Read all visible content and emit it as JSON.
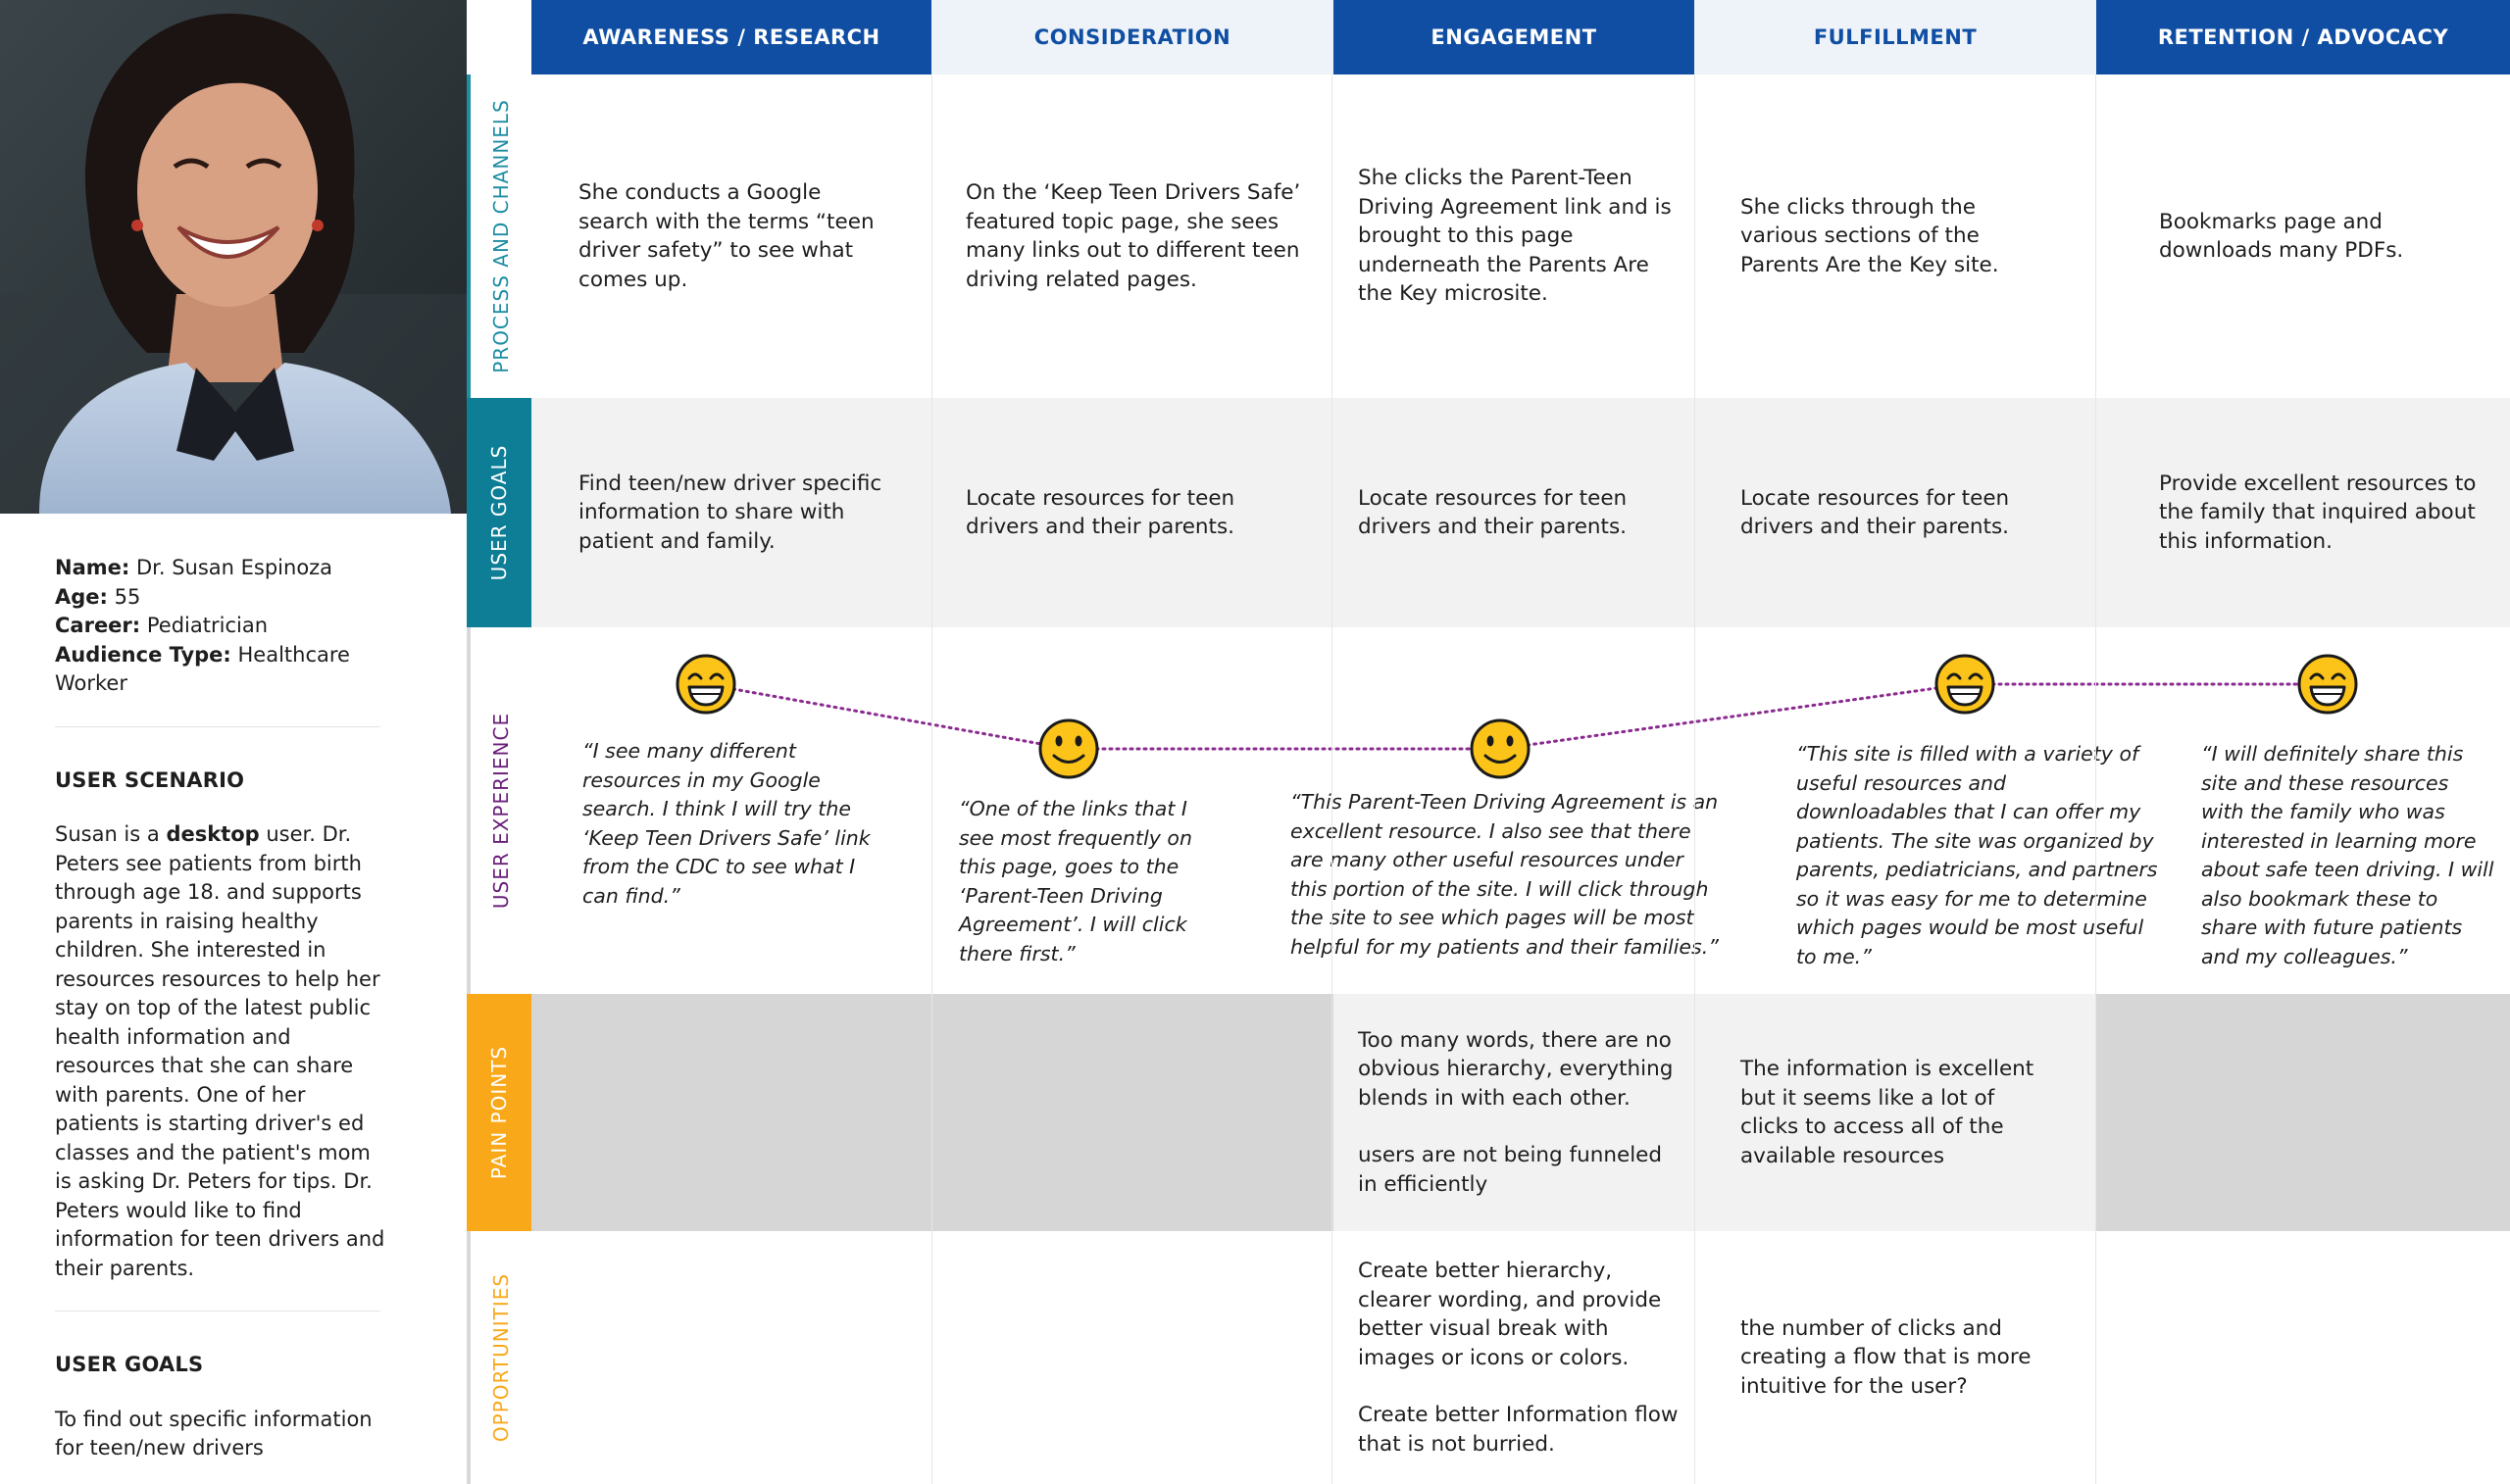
{
  "persona": {
    "name_label": "Name:",
    "name": "Dr. Susan Espinoza",
    "age_label": "Age:",
    "age": "55",
    "career_label": "Career:",
    "career": "Pediatrician",
    "audience_label": "Audience Type:",
    "audience": "Healthcare Worker",
    "scenario_heading": "USER SCENARIO",
    "scenario_pre": "Susan is a ",
    "scenario_bold": "desktop",
    "scenario_post": " user. Dr. Peters see patients from birth through age 18. and supports parents in raising healthy children. She interested in resources resources to help her stay on top of the latest public health information and resources that she can share with parents. One of her patients is starting driver's ed classes and the patient's mom is asking Dr. Peters for tips. Dr. Peters would like to find information for teen drivers and their parents.",
    "goals_heading": "USER GOALS",
    "goals_text": "To find out specific information for teen/new drivers"
  },
  "stages": [
    {
      "label": "AWARENESS / RESEARCH"
    },
    {
      "label": "CONSIDERATION"
    },
    {
      "label": "ENGAGEMENT"
    },
    {
      "label": "FULFILLMENT"
    },
    {
      "label": "RETENTION / ADVOCACY"
    }
  ],
  "categories": {
    "process": "PROCESS AND CHANNELS",
    "goals": "USER GOALS",
    "experience": "USER EXPERIENCE",
    "pain": "PAIN POINTS",
    "opportunities": "OPPORTUNITIES"
  },
  "process": [
    "She conducts a Google search with the terms “teen driver safety” to see what comes up.",
    "On the ‘Keep Teen Drivers Safe’ featured topic page, she sees many links out to different teen driving related pages.",
    "She clicks the Parent-Teen Driving Agreement link and is brought to this page underneath the Parents Are the Key microsite.",
    "She clicks through the various sections of the Parents Are the Key site.",
    "Bookmarks page and downloads many PDFs."
  ],
  "goals": [
    "Find teen/new driver specific information to share with patient and family.",
    "Locate resources for teen drivers and their parents.",
    "Locate resources for teen drivers and their parents.",
    "Locate resources for teen drivers and their parents.",
    "Provide excellent resources to the family that inquired about this information."
  ],
  "experience": [
    {
      "mood": "big-grin",
      "quote": "“I see many different resources in my Google search. I think I will try the ‘Keep Teen Drivers Safe’ link from the CDC to see what I can find.”"
    },
    {
      "mood": "smile",
      "quote": "“One of the links that I see most frequently on this page, goes to the ‘Parent-Teen Driving Agreement’. I will click there first.”"
    },
    {
      "mood": "smile",
      "quote": "“This Parent-Teen Driving Agreement is an excellent resource. I also see that there are many other useful resources under this portion of the site. I will click through the site to see which pages will be most helpful for my patients and their families.”"
    },
    {
      "mood": "big-grin",
      "quote": "“This site is filled with a variety of useful resources and downloadables that I can offer my patients. The site was organized by parents, pediatricians, and partners so it was easy for me to determine which pages would be most useful to me.”"
    },
    {
      "mood": "big-grin",
      "quote": "“I will definitely share this site and these resources with the family who was interested in learning more about safe teen driving. I will also bookmark these to share with future patients and my colleagues.”"
    }
  ],
  "pain_points": {
    "engagement_1": "Too many words, there are no obvious hierarchy, everything blends in with each other.",
    "engagement_2": "users are not being funneled in efficiently",
    "fulfillment": "The information is excellent but it seems like a lot of clicks to access all of the available resources"
  },
  "opportunities": {
    "engagement_1": "Create better hierarchy, clearer wording, and provide better visual break with images or icons or colors.",
    "engagement_2": "Create better Information flow that is not burried.",
    "fulfillment": "the number of clicks and creating a flow that is more intuitive for the user?"
  },
  "colors": {
    "header_dark": "#0f4ea3",
    "header_light": "#eef3f9",
    "process": "#1d8ea3",
    "goals": "#0d7e96",
    "experience": "#6a1f7a",
    "pain": "#f9a81a",
    "opportunities": "#f9a81a",
    "emoji_fill": "#fcc419",
    "journey_line": "#8a2b8f"
  }
}
